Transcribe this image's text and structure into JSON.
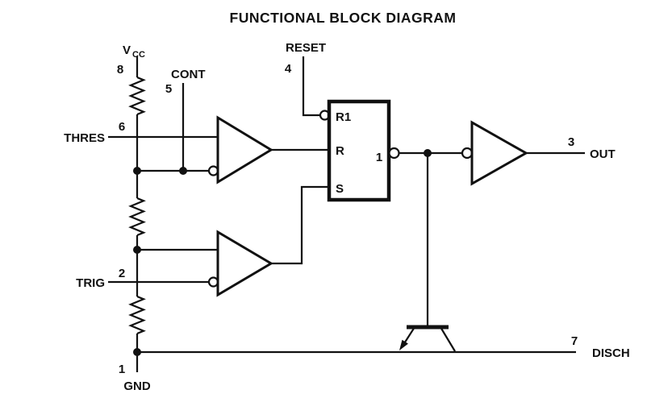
{
  "title": "FUNCTIONAL BLOCK DIAGRAM",
  "pins": {
    "vcc": {
      "number": "8",
      "label": "V",
      "label_sub": "CC"
    },
    "cont": {
      "number": "5",
      "label": "CONT"
    },
    "thres": {
      "number": "6",
      "label": "THRES"
    },
    "trig": {
      "number": "2",
      "label": "TRIG"
    },
    "gnd": {
      "number": "1",
      "label": "GND"
    },
    "reset": {
      "number": "4",
      "label": "RESET"
    },
    "out": {
      "number": "3",
      "label": "OUT"
    },
    "disch": {
      "number": "7",
      "label": "DISCH"
    }
  },
  "latch": {
    "input_r1": "R1",
    "input_r": "R",
    "input_s": "S",
    "output_label": "1"
  },
  "colors": {
    "line": "#111111",
    "background": "#ffffff"
  }
}
